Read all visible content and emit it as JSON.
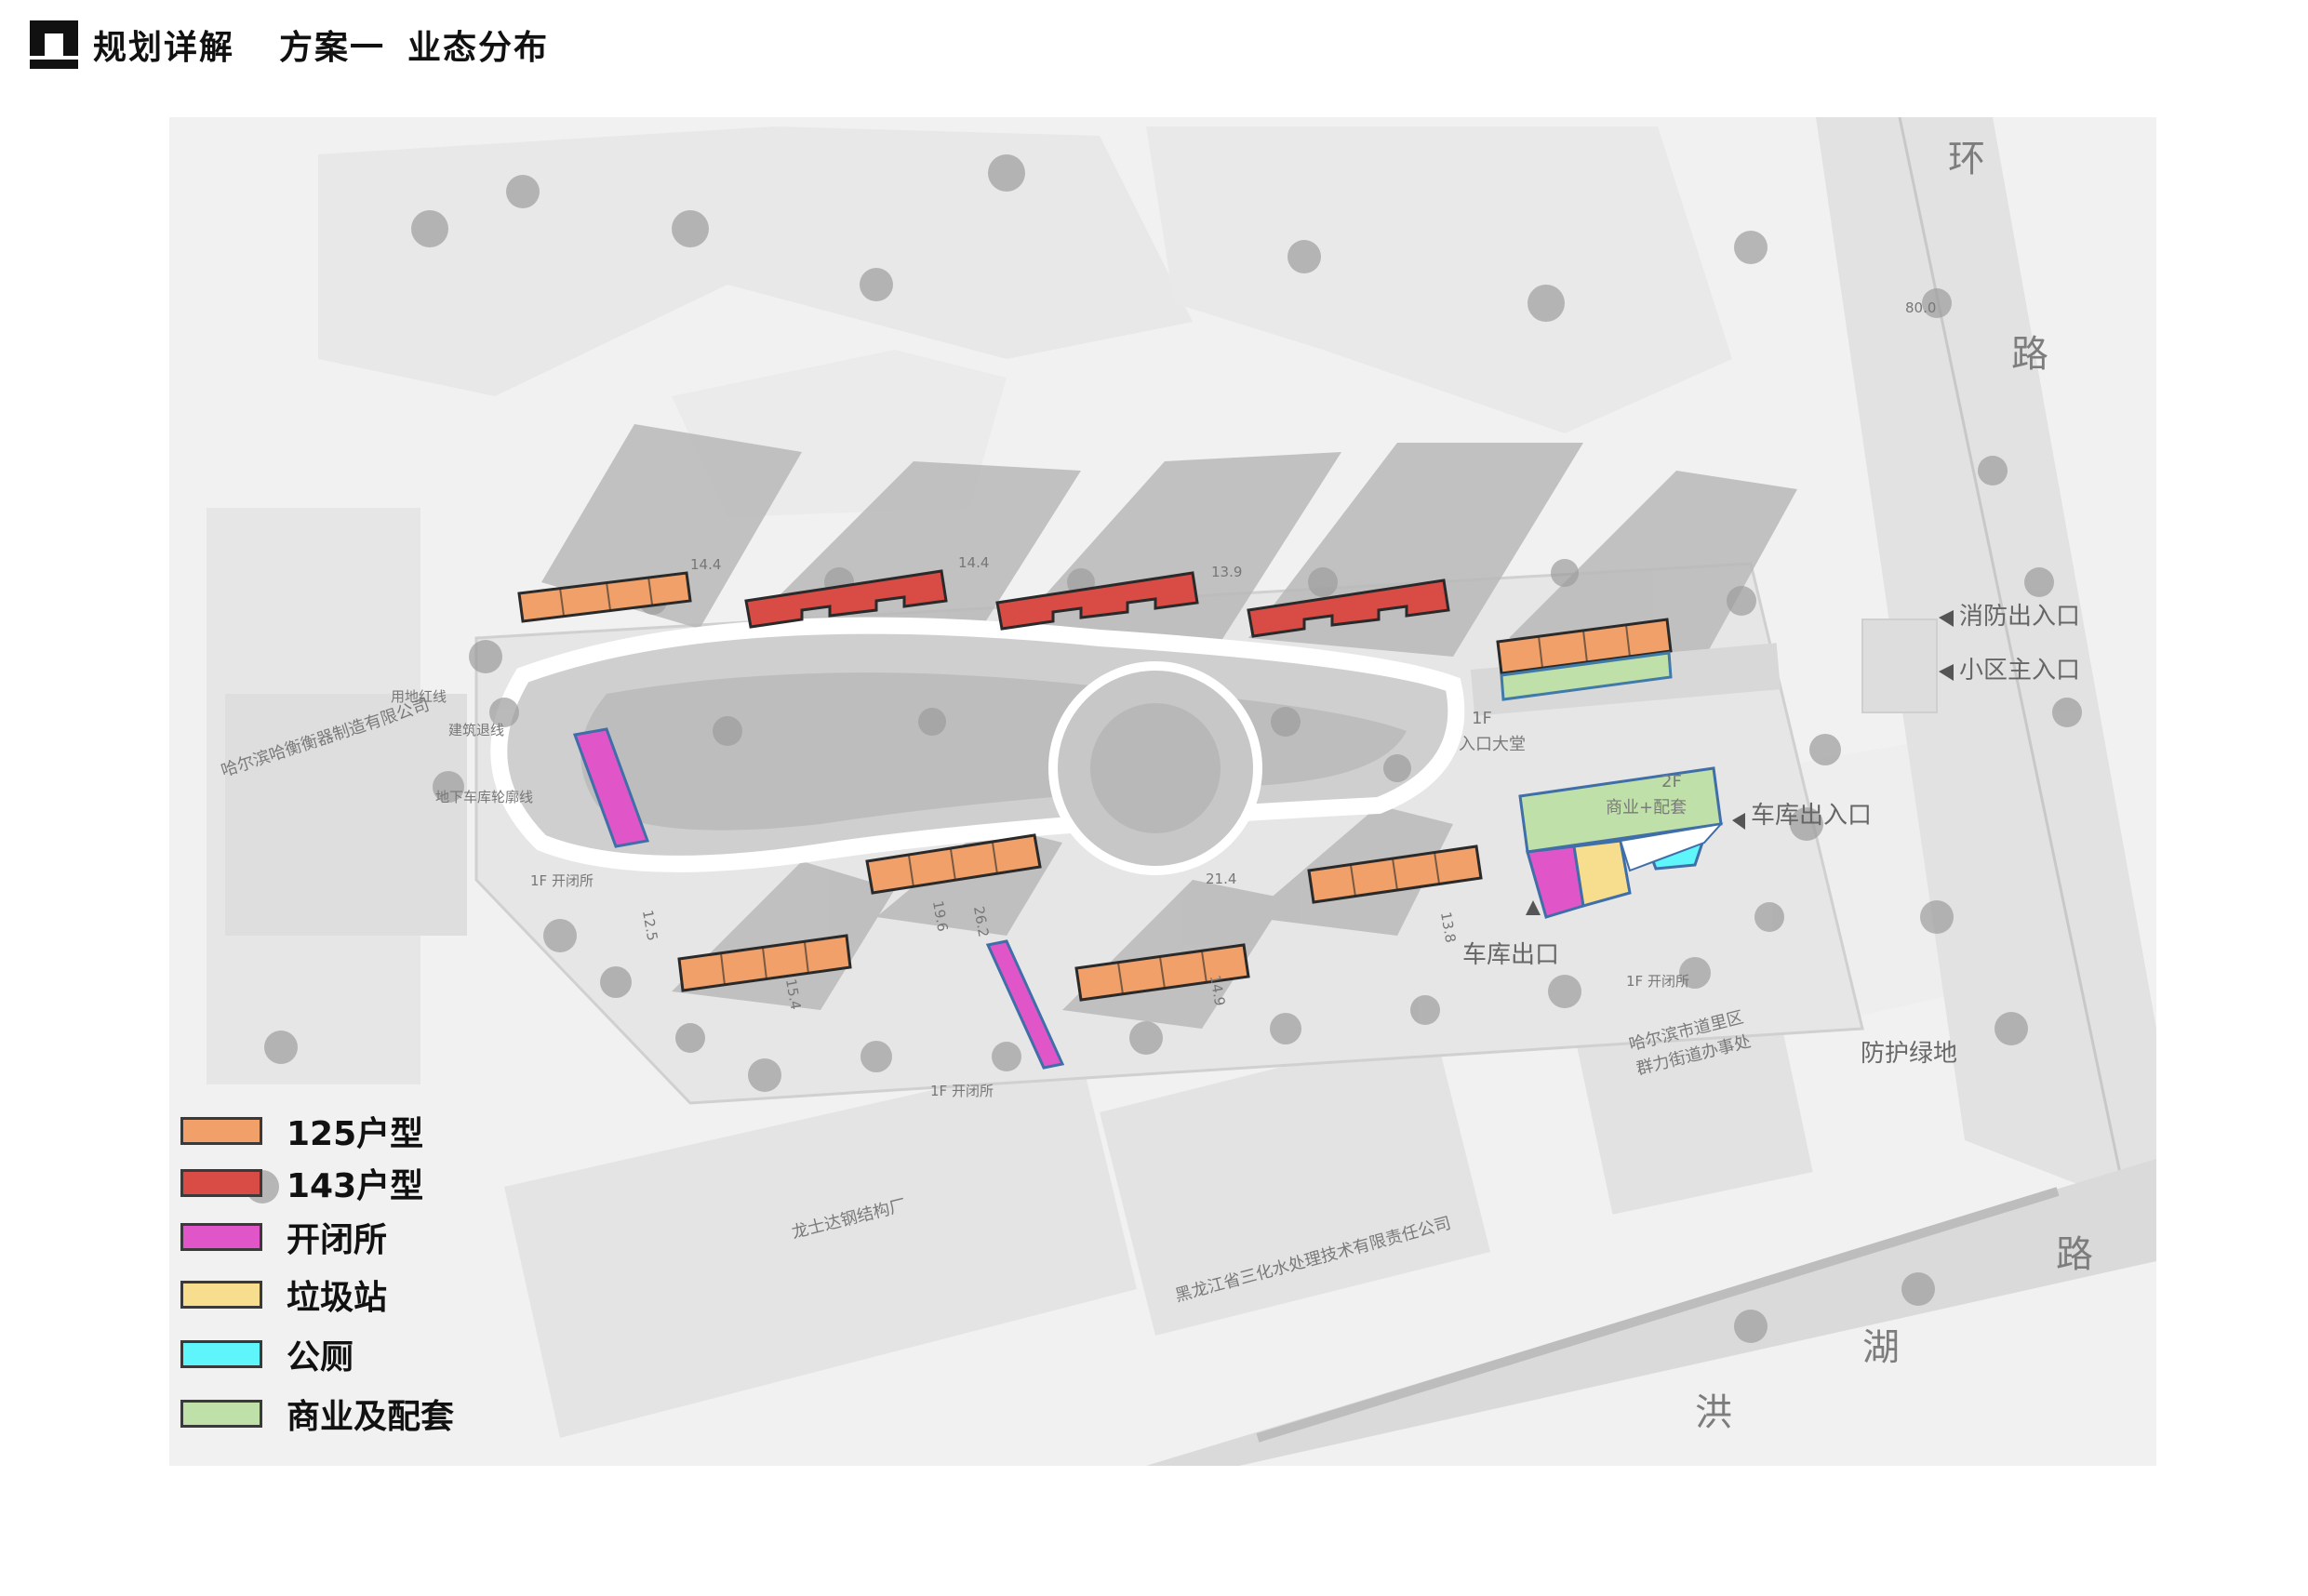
{
  "header": {
    "section": "规划详解",
    "scheme": "方案一",
    "topic": "业态分布"
  },
  "colors": {
    "unit125": "#F0A068",
    "unit143": "#D94B45",
    "switch_station": "#E056C8",
    "garbage_station": "#F6DE8E",
    "public_toilet": "#5EF6FB",
    "commercial": "#BFE0A8"
  },
  "legend": [
    {
      "label": "125户型",
      "color": "#F0A068"
    },
    {
      "label": "143户型",
      "color": "#D94B45"
    },
    {
      "label": "开闭所",
      "color": "#E056C8"
    },
    {
      "label": "垃圾站",
      "color": "#F6DE8E"
    },
    {
      "label": "公厕",
      "color": "#5EF6FB"
    },
    {
      "label": "商业及配套",
      "color": "#BFE0A8"
    }
  ],
  "map_labels": {
    "fire_entrance": "消防出入口",
    "main_entrance": "小区主入口",
    "garage_in_out": "车库出入口",
    "garage_exit": "车库出口",
    "entrance_hall_floor": "1F",
    "entrance_hall": "入口大堂",
    "commercial_floor": "2F",
    "commercial_label": "商业+配套",
    "green_buffer": "防护绿地",
    "ring_road_1": "环",
    "ring_road_2": "路",
    "honghu_road_1": "洪",
    "honghu_road_2": "湖",
    "honghu_road_3": "路",
    "width_800": "80.0",
    "company_hebin": "哈尔滨哈衡衡器制造有限公司",
    "company_longshida": "龙士达钢结构厂",
    "company_sanhua": "黑龙江省三化水处理技术有限责任公司",
    "office_1": "哈尔滨市道里区",
    "office_2": "群力街道办事处",
    "switch_1f_a": "1F 开闭所",
    "switch_1f_b": "1F 开闭所",
    "switch_1f_c": "1F 开闭所",
    "line_redline": "用地红线",
    "line_building": "建筑退线",
    "line_garage": "地下车库轮廓线",
    "dist_144a": "14.4",
    "dist_144b": "14.4",
    "dist_139": "13.9",
    "dist_196": "19.6",
    "dist_262": "26.2",
    "dist_214": "21.4",
    "dist_138": "13.8",
    "dist_149": "14.9",
    "dist_154": "15.4",
    "dist_125": "12.5"
  }
}
